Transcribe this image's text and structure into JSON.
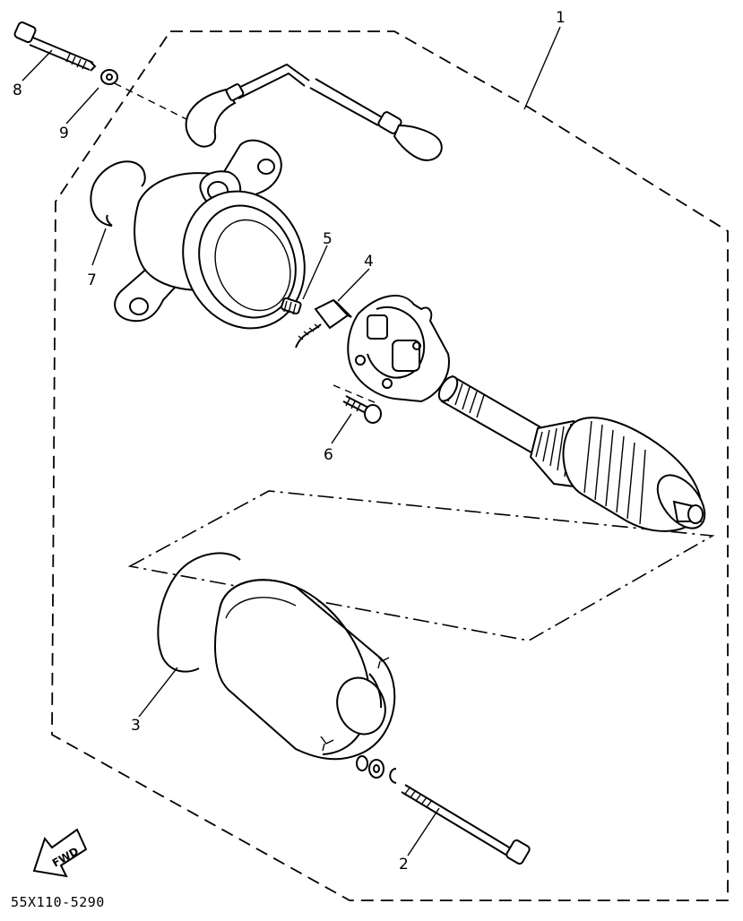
{
  "diagram": {
    "callouts": {
      "c1": "1",
      "c2": "2",
      "c3": "3",
      "c4": "4",
      "c5": "5",
      "c6": "6",
      "c7": "7",
      "c8": "8",
      "c9": "9"
    },
    "fwd_label": "FWD",
    "drawing_number": "55X110-5290"
  }
}
